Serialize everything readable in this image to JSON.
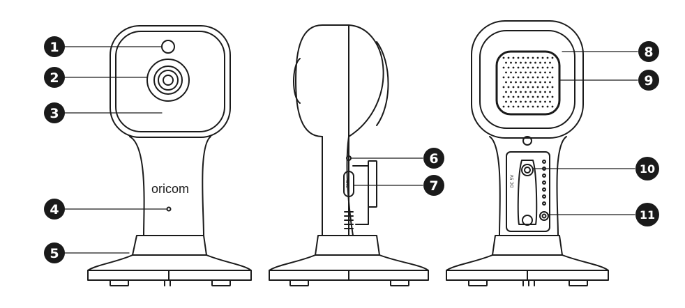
{
  "brand": {
    "logo_text": "oricom"
  },
  "side_view": {
    "pair_button_text": "PAIR"
  },
  "back_view": {
    "power_label": "DC 5V"
  },
  "callouts": [
    {
      "number": "1"
    },
    {
      "number": "2"
    },
    {
      "number": "3"
    },
    {
      "number": "4"
    },
    {
      "number": "5"
    },
    {
      "number": "6"
    },
    {
      "number": "7"
    },
    {
      "number": "8"
    },
    {
      "number": "9"
    },
    {
      "number": "10"
    },
    {
      "number": "11"
    }
  ],
  "colors": {
    "line": "#1a1a1a",
    "badge": "#1a1a1a",
    "background": "#ffffff"
  }
}
